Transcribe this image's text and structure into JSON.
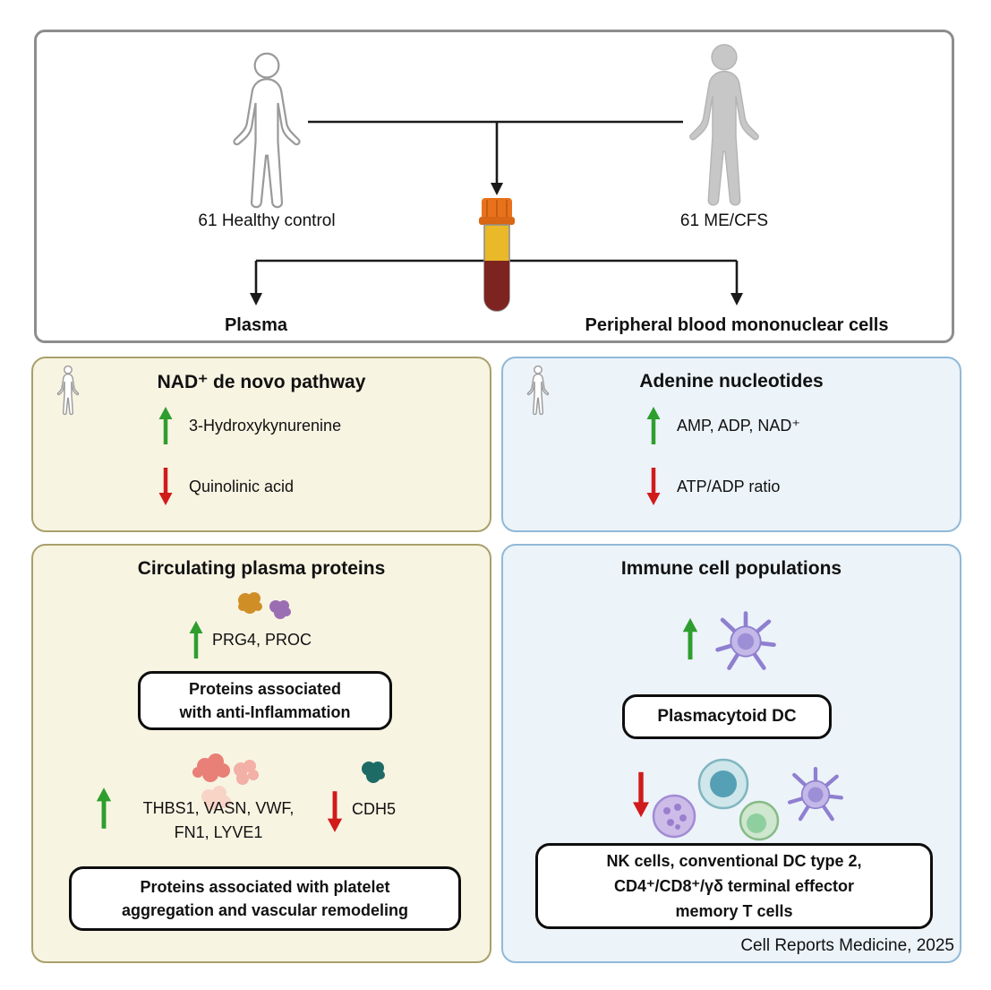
{
  "top": {
    "left_group": "61 Healthy control",
    "right_group": "61 ME/CFS",
    "left_sample": "Plasma",
    "right_sample": "Peripheral blood mononuclear cells"
  },
  "nad_panel": {
    "title": "NAD⁺ de novo pathway",
    "increased": "3-Hydroxykynurenine",
    "decreased": "Quinolinic acid"
  },
  "adenine_panel": {
    "title": "Adenine nucleotides",
    "increased": "AMP, ADP, NAD⁺",
    "decreased": "ATP/ADP ratio"
  },
  "plasma_proteins_panel": {
    "title": "Circulating plasma proteins",
    "increased_1": "PRG4, PROC",
    "box_1_line_1": "Proteins associated",
    "box_1_line_2": "with anti-Inflammation",
    "increased_2_line_1": "THBS1, VASN, VWF,",
    "increased_2_line_2": "FN1, LYVE1",
    "decreased_1": "CDH5",
    "box_2_line_1": "Proteins associated with platelet",
    "box_2_line_2": "aggregation and vascular remodeling"
  },
  "immune_panel": {
    "title": "Immune cell populations",
    "box_1": "Plasmacytoid DC",
    "box_2_line_1": "NK cells, conventional DC type 2,",
    "box_2_line_2": "CD4⁺/CD8⁺/γδ terminal effector",
    "box_2_line_3": "memory T cells"
  },
  "credit": "Cell Reports Medicine, 2025",
  "colors": {
    "increase_arrow": "#2e9e2e",
    "decrease_arrow": "#d11a1a",
    "beige_bg": "#f8f4e2",
    "beige_border": "#a9a06b",
    "blue_bg": "#ecf3f9",
    "blue_border": "#90b9d8"
  }
}
